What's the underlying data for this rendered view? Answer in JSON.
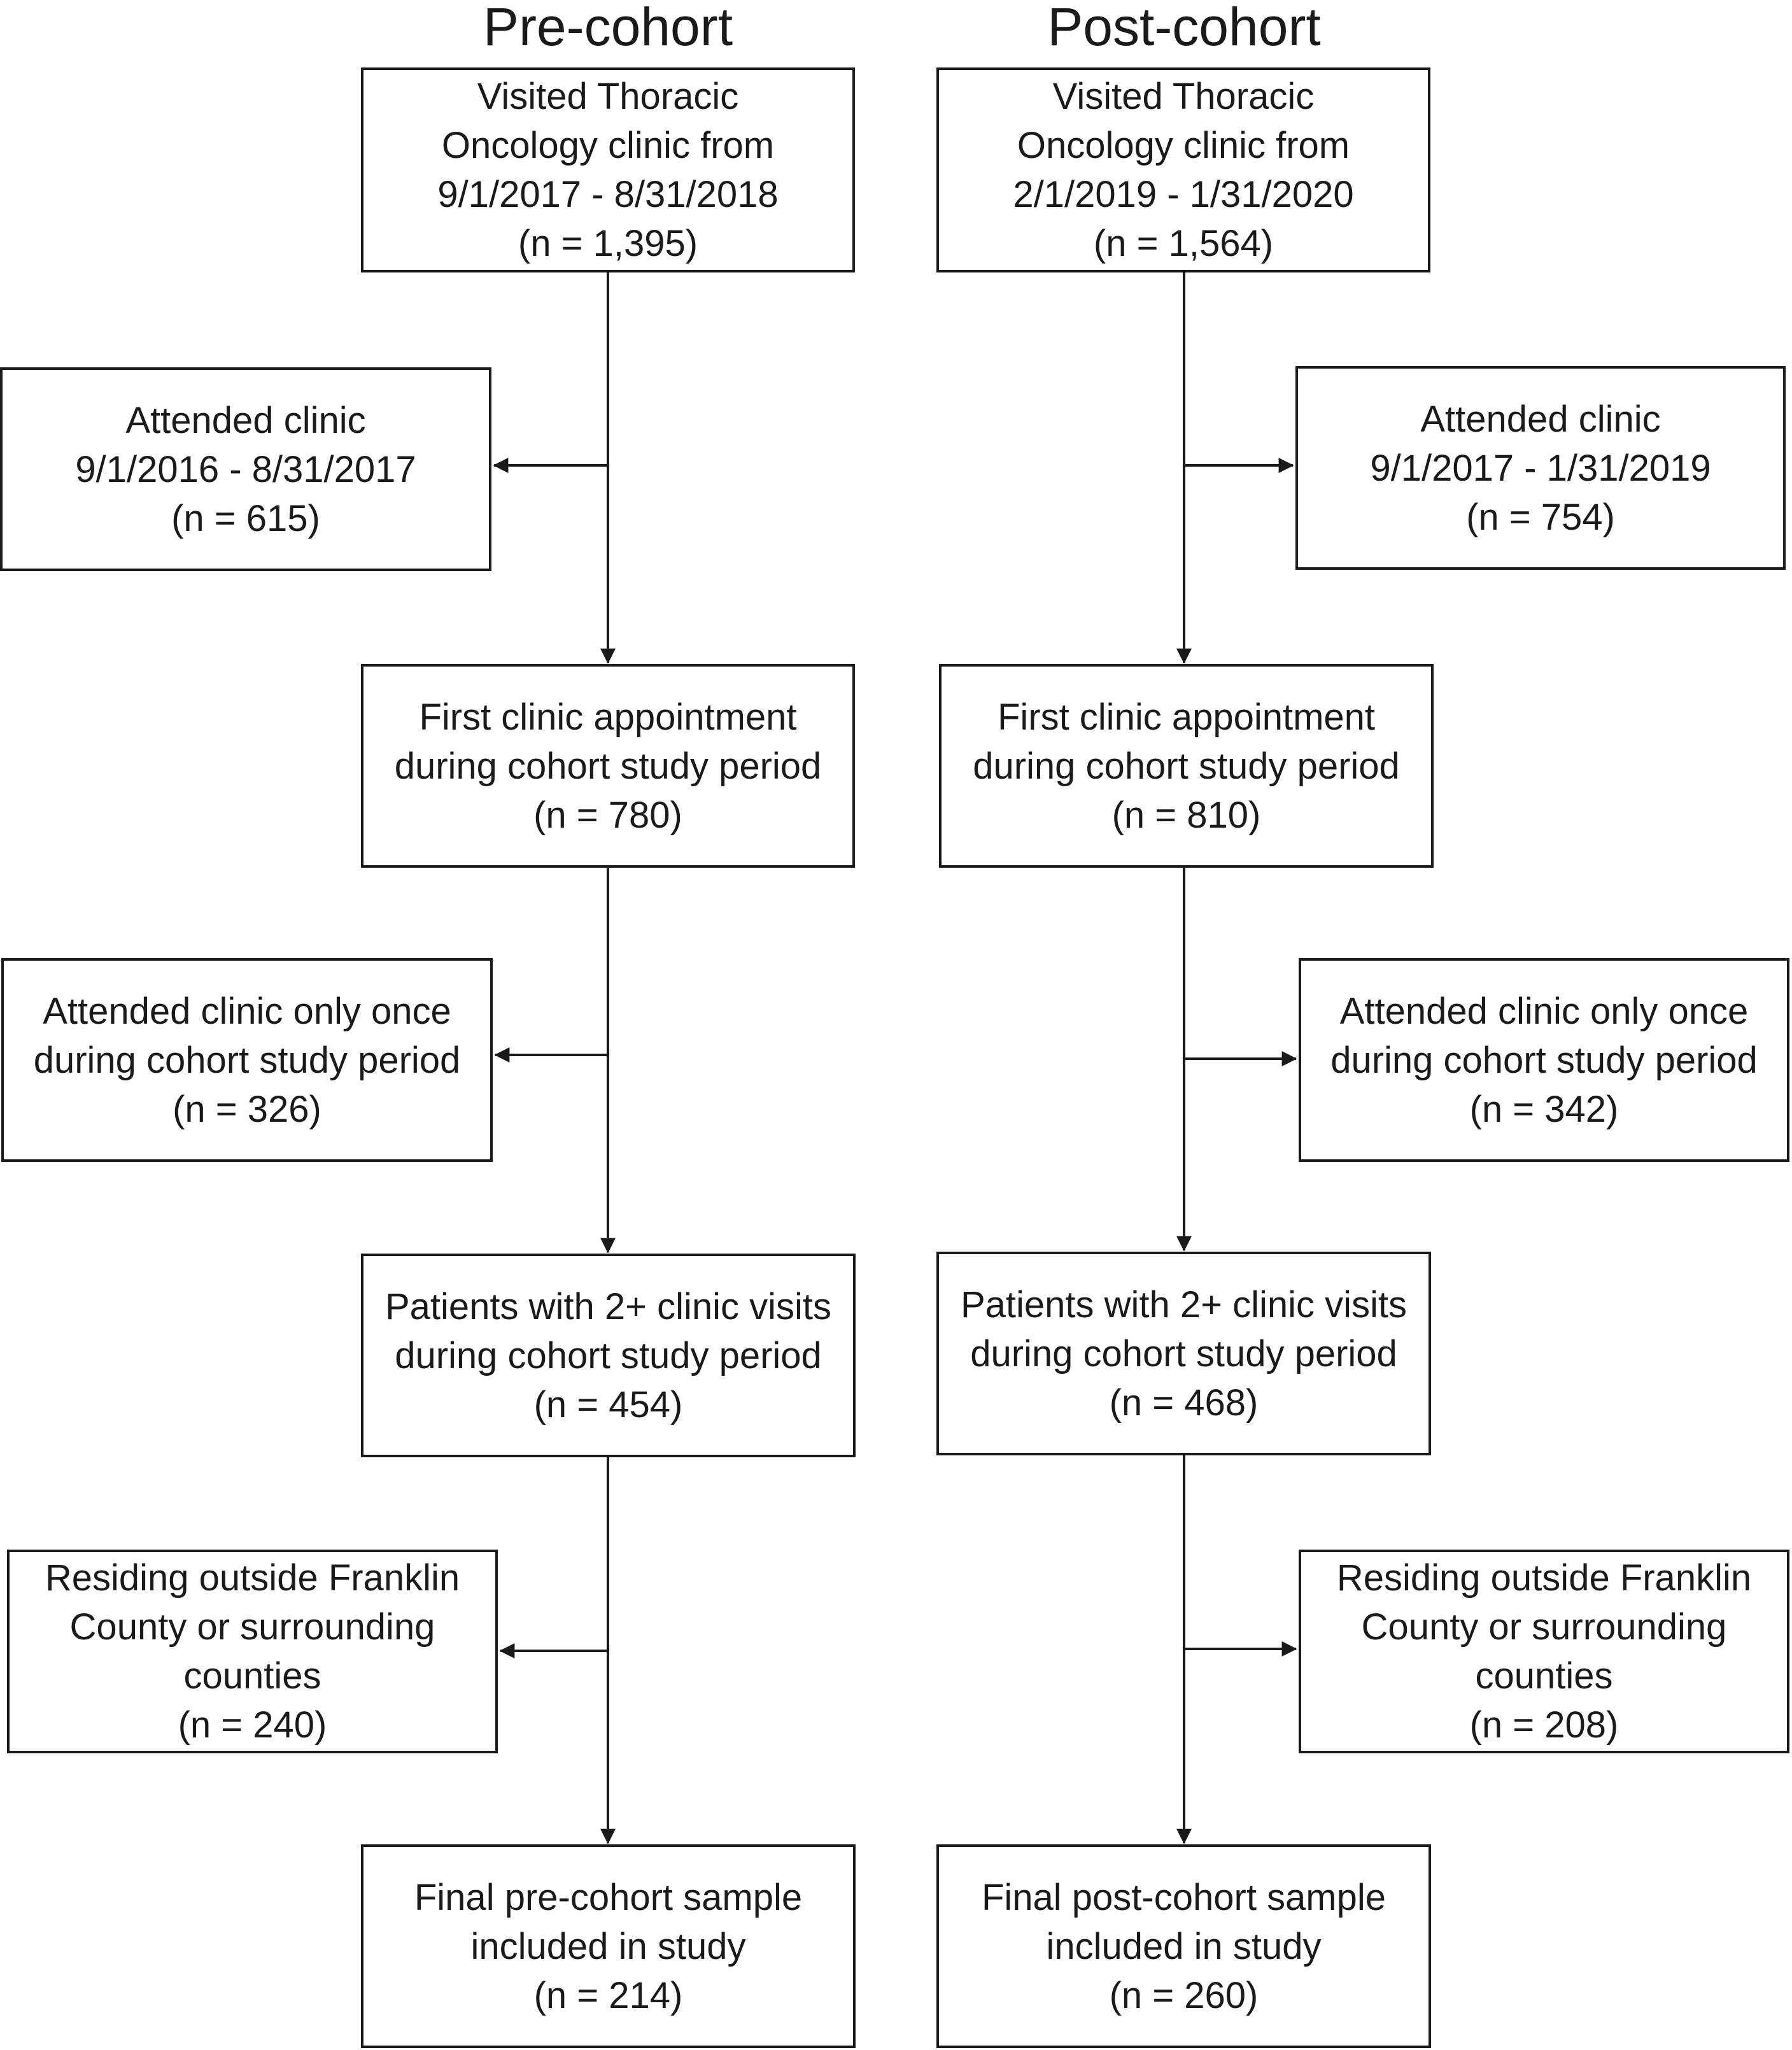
{
  "columns": {
    "pre": {
      "title": "Pre-cohort",
      "steps": [
        {
          "lines": [
            "Visited Thoracic",
            "Oncology clinic from",
            "9/1/2017 - 8/31/2018",
            "(n = 1,395)"
          ]
        },
        {
          "lines": [
            "First clinic appointment",
            "during cohort study period",
            "(n = 780)"
          ]
        },
        {
          "lines": [
            "Patients with 2+ clinic visits",
            "during cohort study period",
            "(n = 454)"
          ]
        },
        {
          "lines": [
            "Final pre-cohort sample",
            "included in study",
            "(n = 214)"
          ]
        }
      ],
      "exclusions": [
        {
          "lines": [
            "Attended clinic",
            "9/1/2016 - 8/31/2017",
            "(n = 615)"
          ]
        },
        {
          "lines": [
            "Attended clinic only once",
            "during cohort study period",
            "(n = 326)"
          ]
        },
        {
          "lines": [
            "Residing outside Franklin",
            "County or surrounding",
            "counties",
            "(n = 240)"
          ]
        }
      ]
    },
    "post": {
      "title": "Post-cohort",
      "steps": [
        {
          "lines": [
            "Visited Thoracic",
            "Oncology clinic from",
            "2/1/2019 - 1/31/2020",
            "(n = 1,564)"
          ]
        },
        {
          "lines": [
            "First clinic appointment",
            "during cohort study period",
            "(n = 810)"
          ]
        },
        {
          "lines": [
            "Patients with 2+ clinic visits",
            "during cohort study period",
            "(n = 468)"
          ]
        },
        {
          "lines": [
            "Final post-cohort sample",
            "included in study",
            "(n = 260)"
          ]
        }
      ],
      "exclusions": [
        {
          "lines": [
            "Attended clinic",
            "9/1/2017 - 1/31/2019",
            "(n = 754)"
          ]
        },
        {
          "lines": [
            "Attended clinic only once",
            "during cohort study period",
            "(n = 342)"
          ]
        },
        {
          "lines": [
            "Residing outside Franklin",
            "County or surrounding",
            "counties",
            "(n = 208)"
          ]
        }
      ]
    }
  }
}
